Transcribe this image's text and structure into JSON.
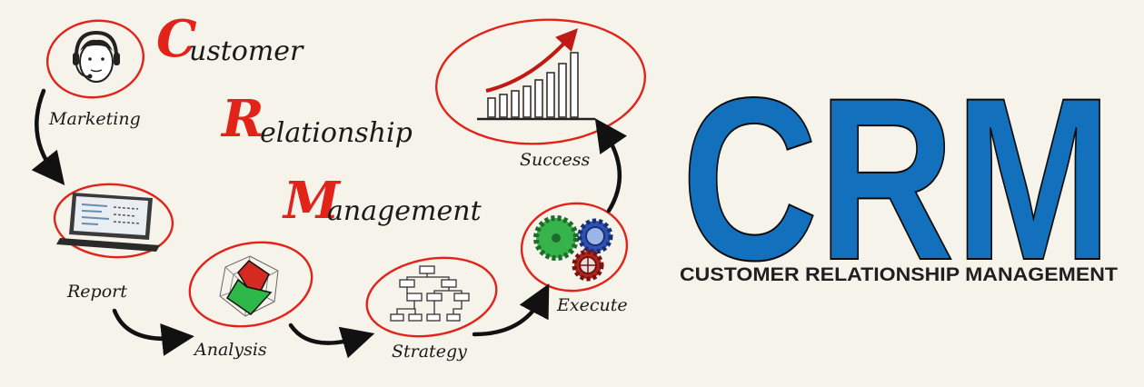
{
  "headline": {
    "word1_initial": "C",
    "word1_rest": "ustomer",
    "word2_initial": "R",
    "word2_rest": "elationship",
    "word3_initial": "M",
    "word3_rest": "anagement"
  },
  "cycle": {
    "marketing": "Marketing",
    "report": "Report",
    "analysis": "Analysis",
    "strategy": "Strategy",
    "execute": "Execute",
    "success": "Success"
  },
  "logo": {
    "letters": "CRM",
    "subtitle": "CUSTOMER RELATIONSHIP MANAGEMENT"
  },
  "colors": {
    "accent_red": "#e2231a",
    "logo_blue": "#1270bd",
    "background": "#f5f3ea"
  }
}
